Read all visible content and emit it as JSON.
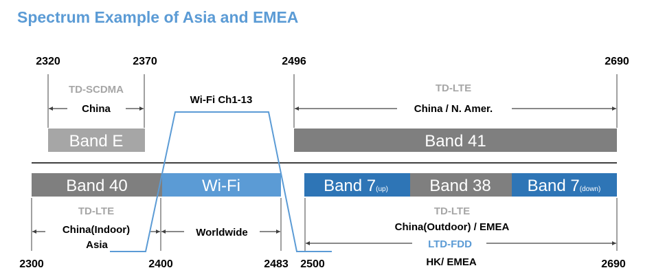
{
  "title": "Spectrum Example of Asia and EMEA",
  "colors": {
    "title": "#5b9bd5",
    "wifi": "#5b9bd5",
    "band7": "#2e75b6",
    "gray_dark": "#7f7f7f",
    "gray_light": "#a6a6a6"
  },
  "top_ticks": [
    "2320",
    "2370",
    "2496",
    "2690"
  ],
  "bottom_ticks": [
    "2300",
    "2400",
    "2483",
    "2500",
    "2690"
  ],
  "top": {
    "band_e": {
      "label": "Band E",
      "system": "TD-SCDMA",
      "region": "China"
    },
    "band_41": {
      "label": "Band 41",
      "system": "TD-LTE",
      "region": "China / N. Amer."
    },
    "wifi_channels": "Wi-Fi Ch1-13"
  },
  "bottom": {
    "band_40": {
      "label": "Band 40",
      "system": "TD-LTE",
      "region_line1": "China(Indoor)",
      "region_line2": "Asia"
    },
    "wifi": {
      "label": "Wi-Fi",
      "region": "Worldwide"
    },
    "band_7_up": {
      "label": "Band 7",
      "suffix": "(up)"
    },
    "band_38": {
      "label": "Band 38"
    },
    "band_7_down": {
      "label": "Band 7",
      "suffix": "(down)"
    },
    "right_system1": "TD-LTE",
    "right_region1": "China(Outdoor) / EMEA",
    "right_system2": "LTD-FDD",
    "right_region2": "HK/ EMEA"
  }
}
